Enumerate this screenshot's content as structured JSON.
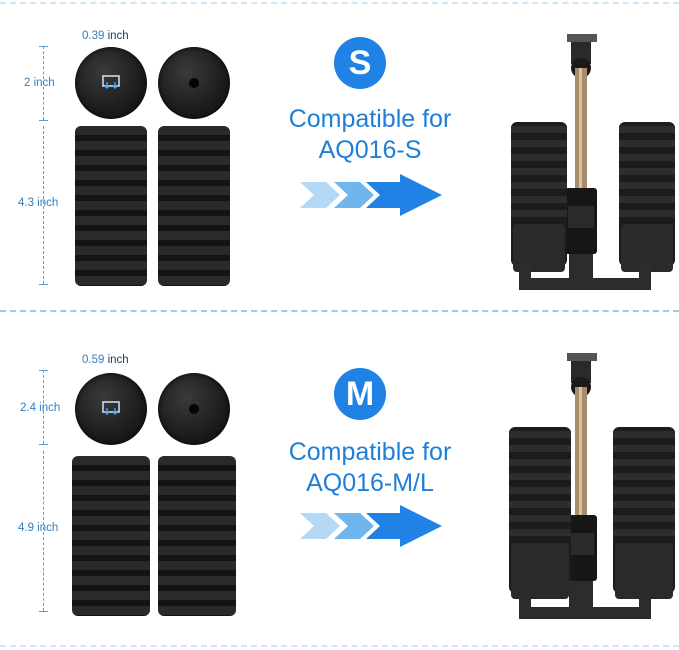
{
  "small": {
    "badge": "S",
    "compatible_line1": "Compatible for",
    "compatible_line2": "AQ016-S",
    "width": {
      "value": "0.39",
      "unit": "inch"
    },
    "cap_height": "2 inch",
    "sponge_height": "4.3 inch"
  },
  "medium": {
    "badge": "M",
    "compatible_line1": "Compatible for",
    "compatible_line2": "AQ016-M/L",
    "width": {
      "value": "0.59",
      "unit": "inch"
    },
    "cap_height": "2.4 inch",
    "sponge_height": "4.9 inch"
  },
  "colors": {
    "accent": "#1f82e4",
    "arrow_light": "#a9d3f5",
    "arrow_dark": "#1f82e4",
    "sponge": "#1c1c1c"
  },
  "icons": [
    "chevron-arrow-icon",
    "air-outlet-icon"
  ]
}
